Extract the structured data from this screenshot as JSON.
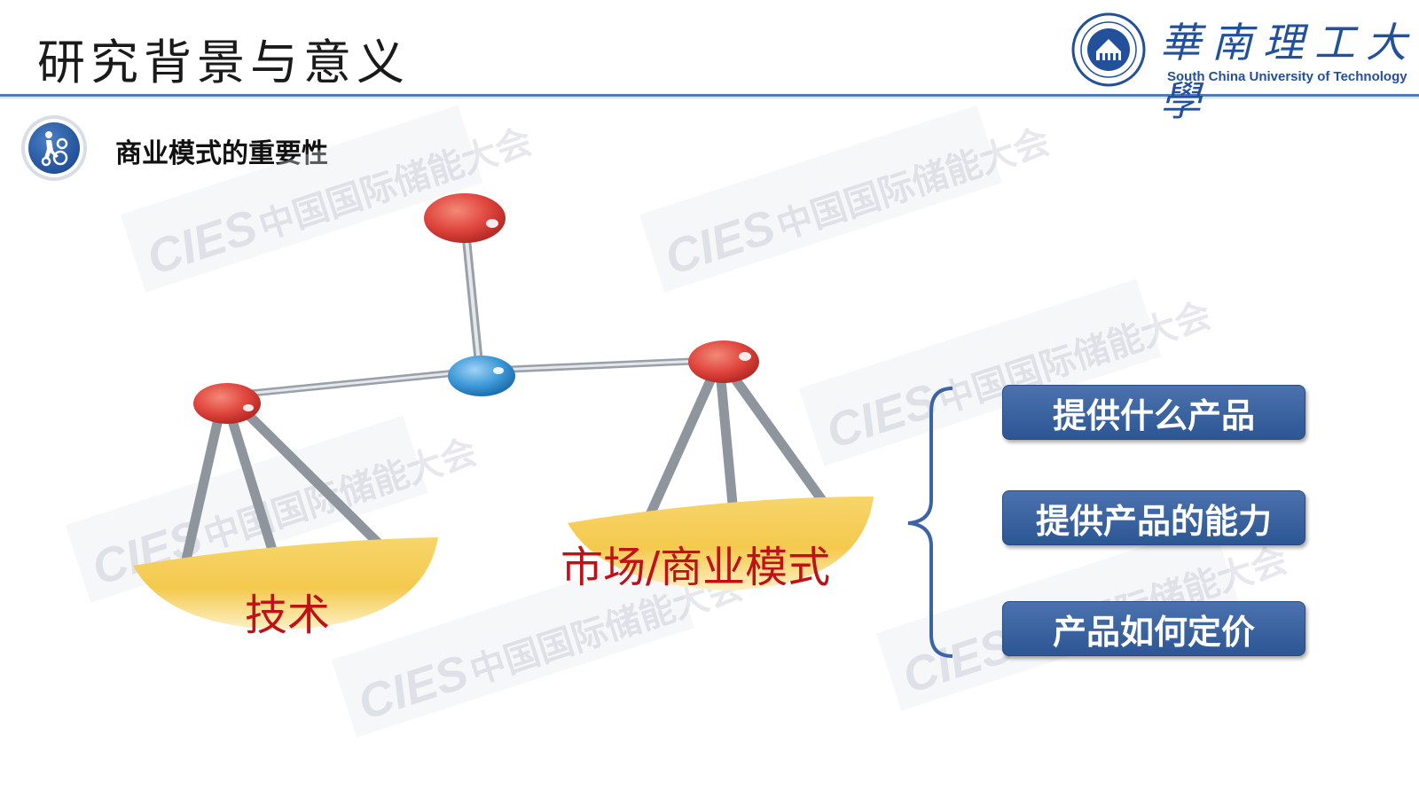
{
  "header": {
    "title": "研究背景与意义",
    "university_cn": "華南理工大學",
    "university_en": "South China University of Technology"
  },
  "section": {
    "title": "商业模式的重要性"
  },
  "balance": {
    "left_pan_label": "技术",
    "right_pan_label": "市场/商业模式"
  },
  "options": [
    {
      "label": "提供什么产品"
    },
    {
      "label": "提供产品的能力"
    },
    {
      "label": "产品如何定价"
    }
  ],
  "watermark": {
    "brand": "CIES",
    "text": "中国国际储能大会"
  },
  "colors": {
    "accent_blue": "#2c5694",
    "title_rule": "#4f79b8",
    "pan_text": "#c01018",
    "ball_red": "#e0463e",
    "ball_blue": "#3e9ad8",
    "pan_gold": "#f4c94e"
  }
}
